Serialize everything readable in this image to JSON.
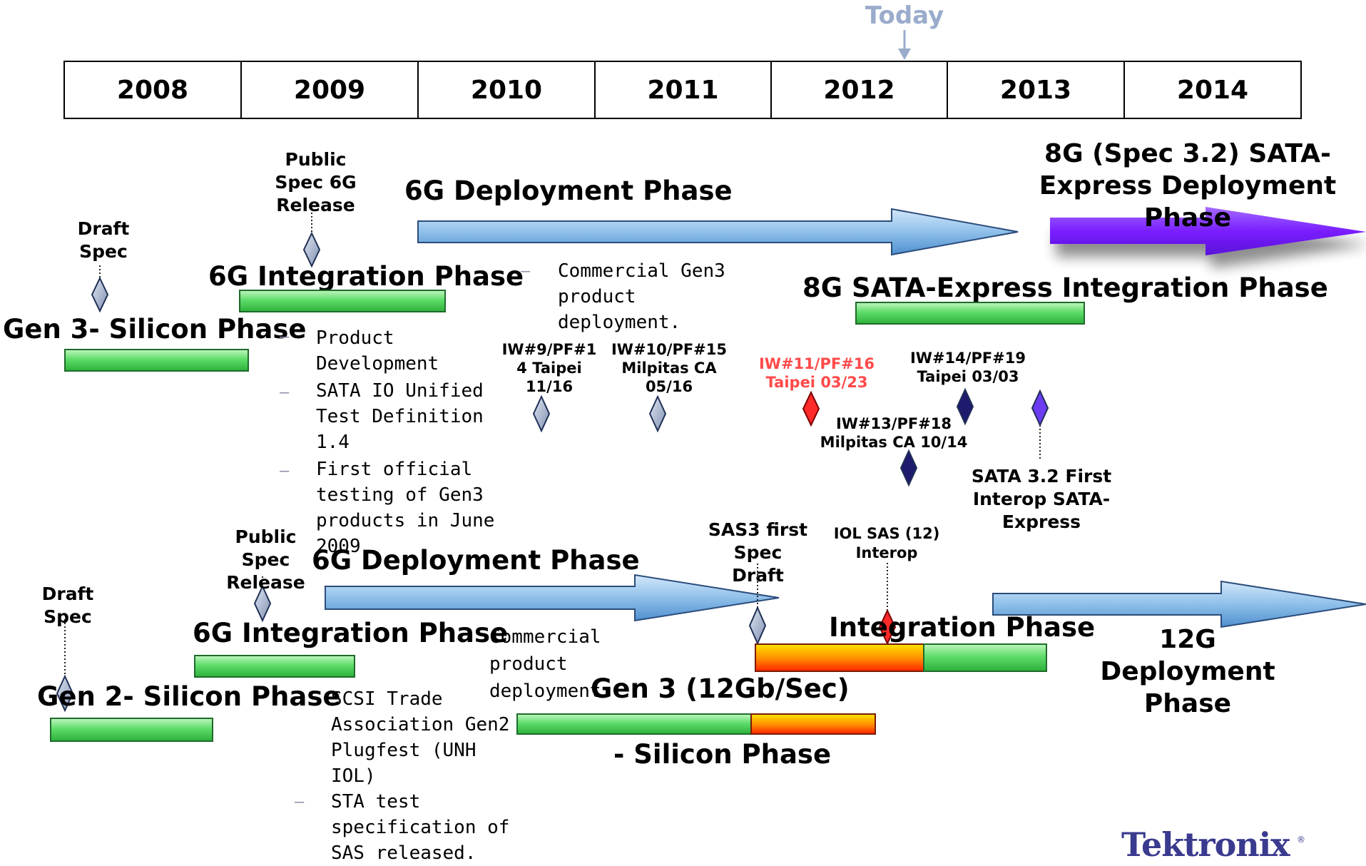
{
  "today_label": "Today",
  "years": [
    "2008",
    "2009",
    "2010",
    "2011",
    "2012",
    "2013",
    "2014"
  ],
  "sata": {
    "draft_spec": "Draft\nSpec",
    "public_spec": "Public\nSpec 6G\nRelease",
    "deployment_phase": "6G Deployment Phase",
    "integration_phase": "6G Integration Phase",
    "silicon_phase": "Gen 3- Silicon Phase",
    "product_bullets": [
      "Product\nDevelopment",
      "SATA IO Unified\nTest Definition\n1.4",
      "First official\ntesting of Gen3\nproducts in June\n2009"
    ],
    "commercial_note": "Commercial Gen3\nproduct\ndeployment.",
    "events": [
      {
        "label": "IW#9/PF#1\n4 Taipei\n11/16"
      },
      {
        "label": "IW#10/PF#15\nMilpitas CA\n05/16"
      },
      {
        "label": "IW#11/PF#16\nTaipei  03/23"
      },
      {
        "label": "IW#13/PF#18\nMilpitas CA 10/14"
      },
      {
        "label": "IW#14/PF#19\nTaipei  03/03"
      }
    ],
    "express_deployment": "8G (Spec 3.2) SATA-\nExpress  Deployment\nPhase",
    "express_integration": "8G SATA-Express Integration Phase",
    "first_interop": "SATA 3.2 First\nInterop SATA-\nExpress"
  },
  "sas": {
    "draft_spec": "Draft\nSpec",
    "public_spec": "Public\nSpec\nRelease",
    "deployment_phase": "6G Deployment Phase",
    "integration_phase": "6G Integration Phase",
    "silicon_phase": "Gen 2- Silicon Phase",
    "bullets": [
      "SCSI Trade\nAssociation  Gen2\nPlugfest (UNH\nIOL)",
      "STA test\nspecification of\nSAS released."
    ],
    "commercial_note": "Commercial\nproduct\ndeployment",
    "sas3_spec": "SAS3 first Spec\nDraft",
    "iol_interop": "IOL SAS (12)\nInterop",
    "gen3_integration": "Integration Phase",
    "gen3_title": "Gen 3 (12Gb/Sec)",
    "gen3_silicon": "- Silicon Phase",
    "deploy_12g": "12G\nDeployment\nPhase"
  },
  "logo": "Tektronix",
  "colors": {
    "arrow_blue": "#8fc0ea",
    "arrow_purple": "#7a1fff",
    "diamond_gray": "#9aa8c3",
    "diamond_red": "#ff2a2a",
    "diamond_navy": "#1e1a6e",
    "diamond_violet": "#6b3cf0",
    "red_text": "#ff4a4a",
    "today_gray": "#9aaccc",
    "logo": "#3a3a8f"
  }
}
